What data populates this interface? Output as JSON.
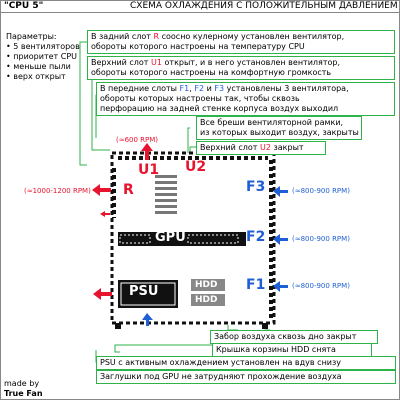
{
  "header": {
    "case_label": "\"CPU 5\"",
    "title": "СХЕМА ОХЛАЖДЕНИЯ С ПОЛОЖИТЕЛЬНЫМ ДАВЛЕНИЕМ"
  },
  "params": {
    "heading": "Параметры:",
    "items": [
      "5 вентиляторов",
      "приоритет CPU",
      "меньше пыли",
      "верх открыт"
    ]
  },
  "notes": {
    "rear_slot_pre": "В задний слот ",
    "rear_slot_r": "R",
    "rear_slot_post": " соосно кулерному установлен вентилятор,",
    "rear_slot_line2": "обороты которого настроены на температуру CPU",
    "top_u1_pre": "Верхний слот ",
    "top_u1_u1": "U1",
    "top_u1_post": " открыт, и в него установлен вентилятор,",
    "top_u1_line2": "обороты которого настроены на комфортную громкость",
    "front_pre": "В передние слоты ",
    "front_f1": "F1",
    "front_f2": "F2",
    "front_and": " и ",
    "front_f3": "F3",
    "front_post": " установлены 3 вентилятора,",
    "front_line2": "обороты которых настроены так, чтобы сквозь",
    "front_line3": "перфорацию на задней стенке корпуса воздух выходил",
    "breaches_line1": "Все бреши вентиляторной рамки,",
    "breaches_line2": "из которых выходит воздух, закрыты",
    "top_u2_pre": "Верхний слот ",
    "top_u2_u2": "U2",
    "top_u2_post": " закрыт",
    "bottom_fence": "Забор воздуха сквозь дно закрыт",
    "hdd_cage": "Крышка корзины HDD снята",
    "psu_note": "PSU с активным охлаждением установлен на вдув снизу",
    "gpu_plugs": "Заглушки под GPU не затрудняют прохождение воздуха"
  },
  "diagram": {
    "rpm_top": "(≈600 RPM)",
    "rpm_rear": "(≈1000-1200 RPM)",
    "rpm_f3": "(≈800-900 RPM)",
    "rpm_f2": "(≈800-900 RPM)",
    "rpm_f1": "(≈800-900 RPM)",
    "label_u1": "U1",
    "label_u2": "U2",
    "label_r": "R",
    "label_f1": "F1",
    "label_f2": "F2",
    "label_f3": "F3",
    "label_gpu": "GPU",
    "label_psu": "PSU",
    "label_hdd1": "HDD",
    "label_hdd2": "HDD",
    "colors": {
      "intake": "#1f5fd6",
      "exhaust": "#e8132d",
      "note_border": "#2db34a"
    }
  },
  "footer": {
    "made_by": "made by",
    "author": "True Fan"
  }
}
